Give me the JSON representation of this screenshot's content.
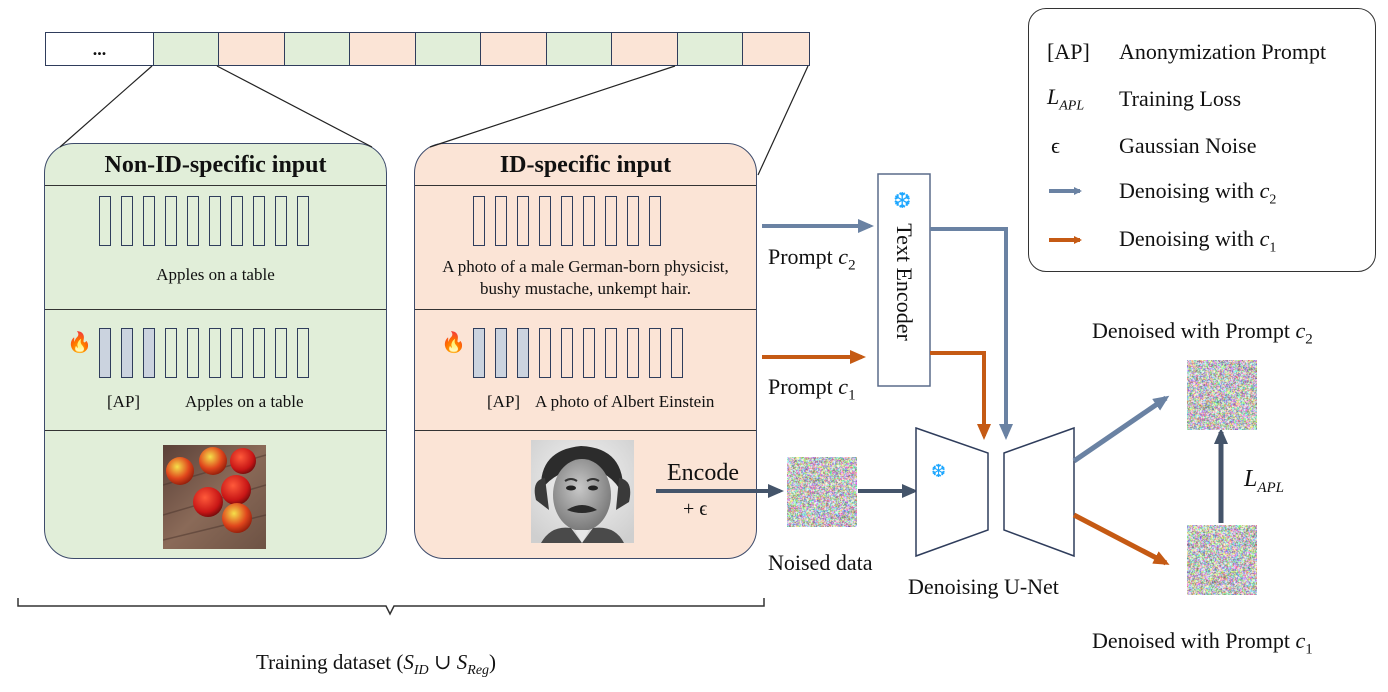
{
  "dataset_strip": {
    "ellipsis": "...",
    "cells": [
      "non-id",
      "id",
      "non-id",
      "id",
      "non-id",
      "id",
      "non-id",
      "id",
      "non-id",
      "id"
    ]
  },
  "non_id_panel": {
    "title": "Non-ID-specific input",
    "prompt_plain": "Apples on a table",
    "ap_label": "[AP]",
    "prompt_with_ap": "Apples on a table",
    "image_alt": "apples on a wooden table"
  },
  "id_panel": {
    "title": "ID-specific input",
    "prompt_plain_line1": "A photo of a male German-born physicist,",
    "prompt_plain_line2": "bushy mustache, unkempt hair.",
    "ap_label": "[AP]",
    "prompt_with_ap": "A photo of Albert Einstein",
    "image_alt": "portrait of Albert Einstein",
    "encode_label": "Encode",
    "noise_label": "+ ϵ"
  },
  "flow": {
    "prompt_c2": "Prompt",
    "prompt_c2_sym": "c",
    "prompt_c2_sub": "2",
    "prompt_c1": "Prompt",
    "prompt_c1_sym": "c",
    "prompt_c1_sub": "1",
    "text_encoder": "Text Encoder",
    "noised_data": "Noised data",
    "unet": "Denoising U-Net",
    "denoised_c2": "Denoised with Prompt",
    "denoised_c1": "Denoised with Prompt",
    "loss_main": "L",
    "loss_sub": "APL"
  },
  "legend": {
    "items": [
      {
        "key": "[AP]",
        "label": "Anonymization Prompt"
      },
      {
        "key_main": "L",
        "key_sub": "APL",
        "label": "Training Loss"
      },
      {
        "key": "ϵ",
        "label": "Gaussian Noise"
      },
      {
        "key_icon": "arrow-blue",
        "label": "Denoising with",
        "sym": "c",
        "sub": "2"
      },
      {
        "key_icon": "arrow-orange",
        "label": "Denoising with",
        "sym": "c",
        "sub": "1"
      }
    ]
  },
  "brace_label": {
    "prefix": "Training dataset (",
    "s1": "S",
    "s1_sub": "ID",
    "union": " ∪ ",
    "s2": "S",
    "s2_sub": "Reg",
    "suffix": ")"
  },
  "colors": {
    "green": "#e1eed9",
    "peach": "#fbe4d6",
    "blue_arrow": "#6a82a3",
    "orange_arrow": "#c55a14",
    "dark_arrow": "#44546a",
    "snowflake": "#1ea7ff",
    "fire": "#ff7a1a"
  }
}
